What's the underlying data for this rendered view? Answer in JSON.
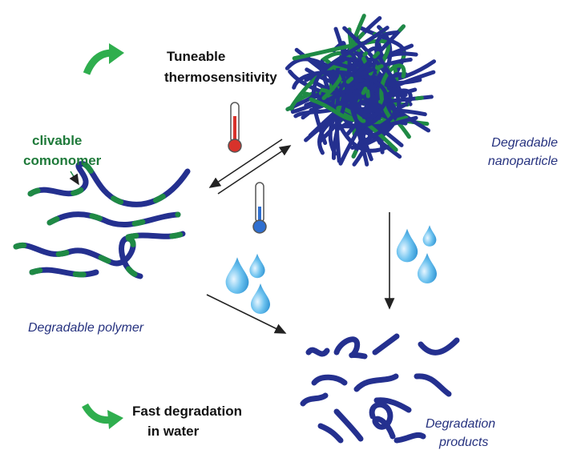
{
  "labels": {
    "thermo_line1": "Tuneable",
    "thermo_line2": "thermosensitivity",
    "comonomer_line1": "clivable",
    "comonomer_line2": "comonomer",
    "nanoparticle_line1": "Degradable",
    "nanoparticle_line2": "nanoparticle",
    "polymer": "Degradable polymer",
    "fast_line1": "Fast degradation",
    "fast_line2": "in water",
    "products_line1": "Degradation",
    "products_line2": "products"
  },
  "colors": {
    "polymer_blue": "#24308f",
    "comonomer_green": "#1f8a45",
    "arrow_green": "#2fae4e",
    "drop_blue": "#4fb0e6",
    "hot_red": "#d8322b",
    "cold_blue": "#2f6fd0",
    "label_blue": "#26327f"
  }
}
